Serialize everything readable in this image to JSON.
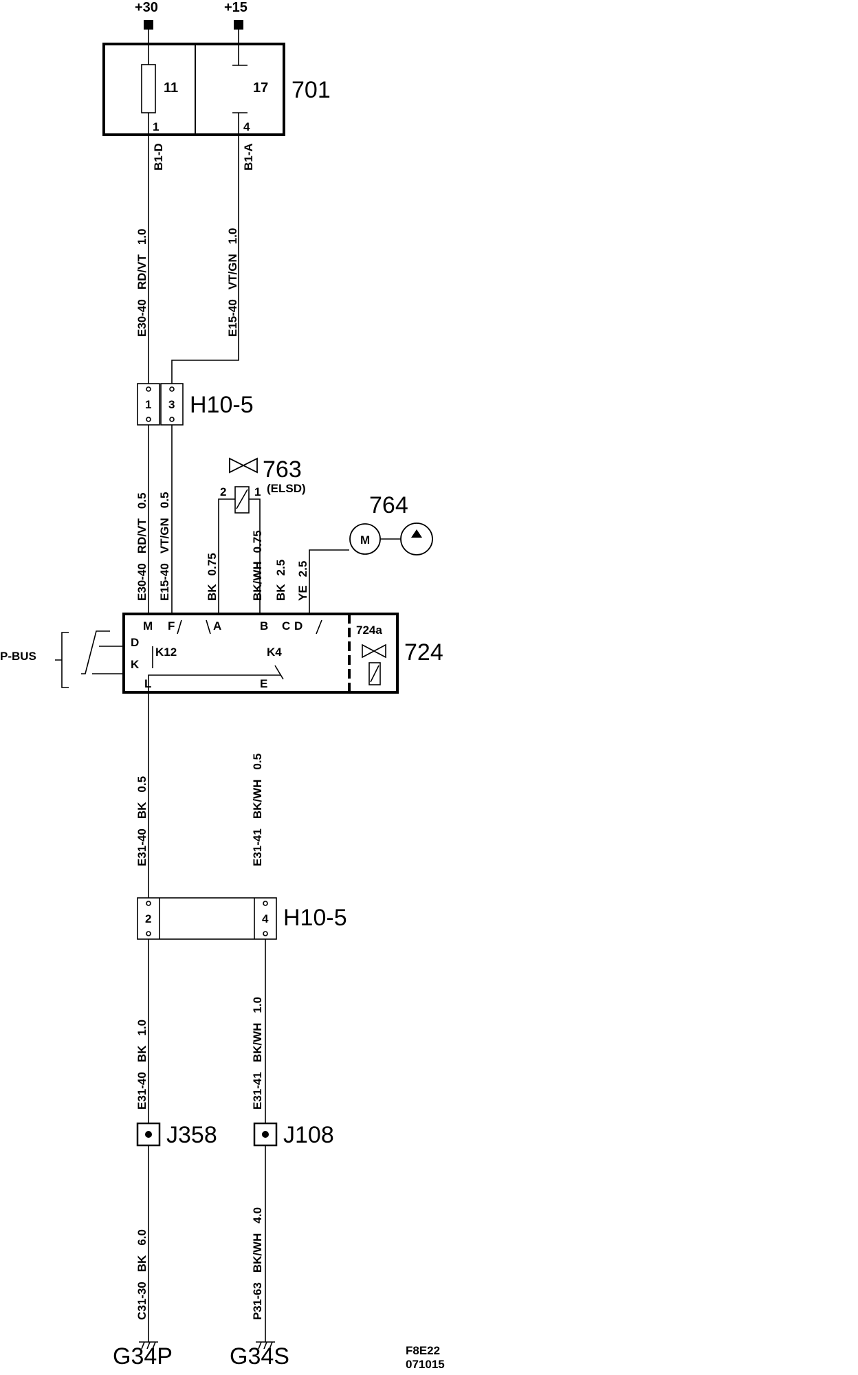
{
  "supply": {
    "plus30": "+30",
    "plus15": "+15"
  },
  "fusebox": {
    "id": "701",
    "fuse_a": "11",
    "fuse_b": "17",
    "pin_a": "1",
    "pin_b": "4",
    "term_a": "B1-D",
    "term_b": "B1-A"
  },
  "wires_top": {
    "left": {
      "code": "E30-40",
      "color": "RD/VT",
      "size": "1.0"
    },
    "right": {
      "code": "E15-40",
      "color": "VT/GN",
      "size": "1.0"
    }
  },
  "conn_top": {
    "id": "H10-5",
    "pin_a": "1",
    "pin_b": "3"
  },
  "wires_mid": {
    "w1": {
      "code": "E30-40",
      "color": "RD/VT",
      "size": "0.5"
    },
    "w2": {
      "code": "E15-40",
      "color": "VT/GN",
      "size": "0.5"
    },
    "w3": {
      "color": "BK",
      "size": "0.75"
    },
    "w4": {
      "color": "BK/WH",
      "size": "0.75"
    },
    "w5": {
      "color": "BK",
      "size": "2.5"
    },
    "w6": {
      "color": "YE",
      "size": "2.5"
    }
  },
  "valve763": {
    "id": "763",
    "sub": "(ELSD)",
    "pin_a": "2",
    "pin_b": "1"
  },
  "pump764": {
    "id": "764",
    "motor": "M"
  },
  "ecu724": {
    "id": "724",
    "sub_id": "724a",
    "pins": {
      "M": "M",
      "F": "F",
      "A": "A",
      "B": "B",
      "C": "C",
      "D2": "D",
      "D": "D",
      "K": "K",
      "L": "L",
      "E": "E"
    },
    "relay_a": "K12",
    "relay_b": "K4"
  },
  "pbus": "P-BUS",
  "wires_low": {
    "left": {
      "code": "E31-40",
      "color": "BK",
      "size": "0.5"
    },
    "right": {
      "code": "E31-41",
      "color": "BK/WH",
      "size": "0.5"
    }
  },
  "conn_bottom": {
    "id": "H10-5",
    "pin_a": "2",
    "pin_b": "4"
  },
  "wires_lower": {
    "left": {
      "code": "E31-40",
      "color": "BK",
      "size": "1.0"
    },
    "right": {
      "code": "E31-41",
      "color": "BK/WH",
      "size": "1.0"
    }
  },
  "junctions": {
    "left": "J358",
    "right": "J108"
  },
  "wires_ground": {
    "left": {
      "code": "C31-30",
      "color": "BK",
      "size": "6.0"
    },
    "right": {
      "code": "P31-63",
      "color": "BK/WH",
      "size": "4.0"
    }
  },
  "grounds": {
    "left": "G34P",
    "right": "G34S"
  },
  "footer": {
    "code": "F8E22",
    "date": "071015"
  }
}
